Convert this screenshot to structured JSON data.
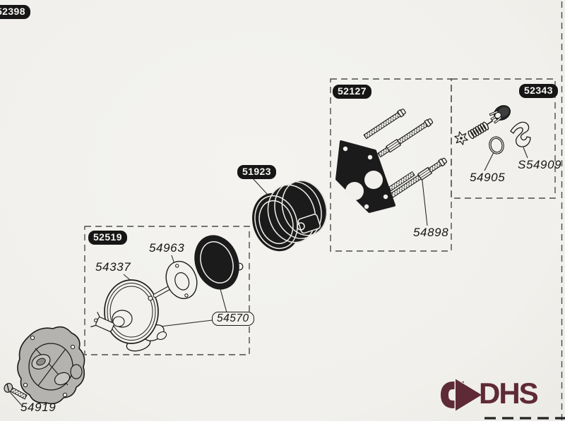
{
  "badges": {
    "b52398": "52398",
    "b52127": "52127",
    "b52343": "52343",
    "b51923": "51923",
    "b52519": "52519"
  },
  "part_labels": {
    "p54963": "54963",
    "p54337": "54337",
    "p54570": "54570",
    "p54919": "54919",
    "p54898": "54898",
    "p54905": "54905",
    "s54909": "S54909"
  },
  "logo": {
    "text": "DHS",
    "color": "#5e2a35"
  },
  "colors": {
    "paper": "#f1f0ec",
    "ink": "#1b1b1b",
    "dashed_line": "#4b4b4b",
    "housing_gray": "#b4b3af",
    "logo_maroon": "#5e2a35"
  }
}
